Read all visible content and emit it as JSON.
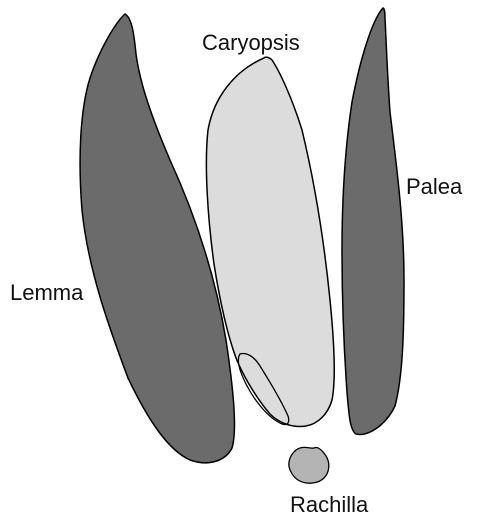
{
  "diagram": {
    "labels": {
      "caryopsis": "Caryopsis",
      "palea": "Palea",
      "lemma": "Lemma",
      "rachilla": "Rachilla"
    },
    "colors": {
      "lemma": "#6b6b6b",
      "palea": "#6b6b6b",
      "caryopsis": "#dcdcdc",
      "rachilla": "#b4b4b4",
      "outline": "#000000",
      "background": "#ffffff"
    }
  }
}
